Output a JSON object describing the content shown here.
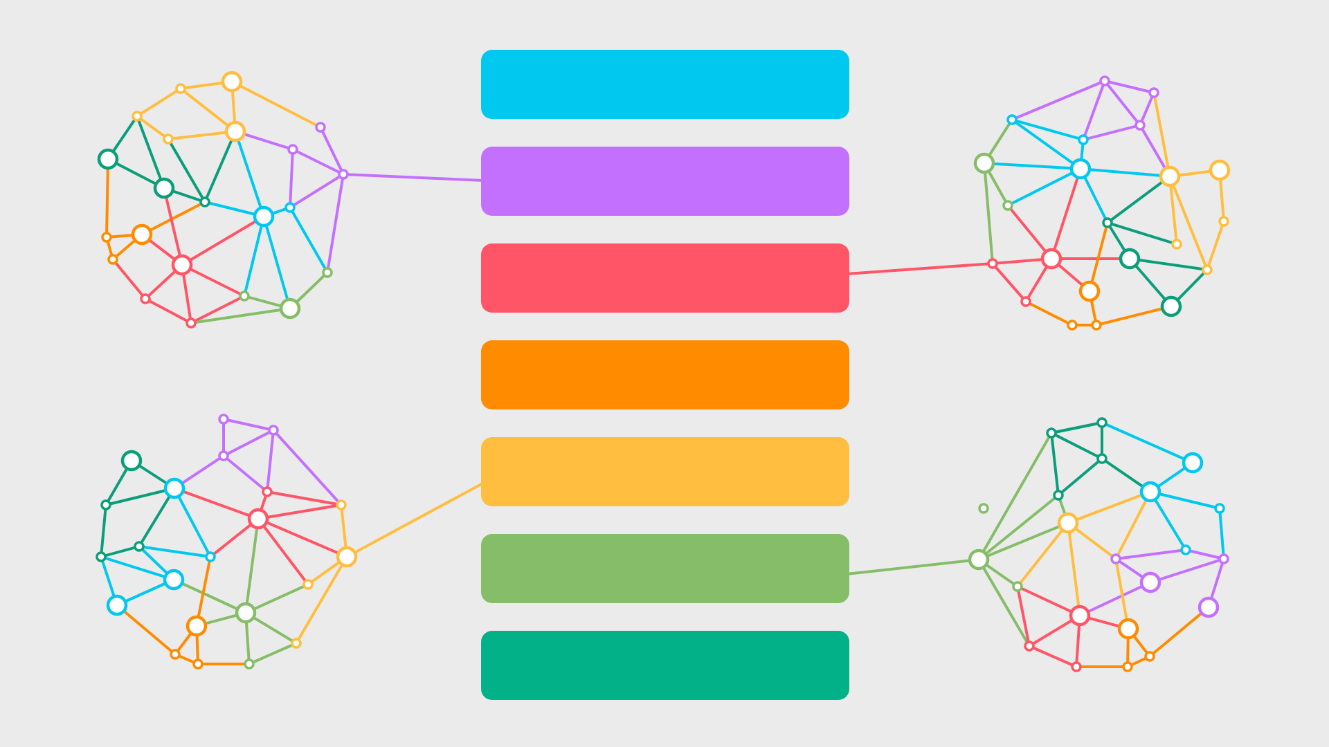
{
  "colors": {
    "background": "#ebebeb",
    "cyan": "#00c8ee",
    "purple": "#c470ff",
    "red": "#ff5566",
    "orange": "#ff8c00",
    "yellow": "#ffbe3f",
    "green": "#86bd68",
    "teal": "#03b188",
    "dark_teal": "#0a9e7a",
    "node_fill": "#ffffff"
  },
  "bars": [
    {
      "id": "cyan",
      "color": "cyan"
    },
    {
      "id": "purple",
      "color": "purple"
    },
    {
      "id": "red",
      "color": "red"
    },
    {
      "id": "orange",
      "color": "orange"
    },
    {
      "id": "yellow",
      "color": "yellow"
    },
    {
      "id": "green",
      "color": "green"
    },
    {
      "id": "teal",
      "color": "teal"
    }
  ],
  "networks": [
    {
      "id": "top-left",
      "connects_to_bar": "purple",
      "connector_color": "purple"
    },
    {
      "id": "top-right",
      "connects_to_bar": "red",
      "connector_color": "red"
    },
    {
      "id": "bottom-left",
      "connects_to_bar": "yellow",
      "connector_color": "yellow"
    },
    {
      "id": "bottom-right",
      "connects_to_bar": "green",
      "connector_color": "green"
    }
  ]
}
